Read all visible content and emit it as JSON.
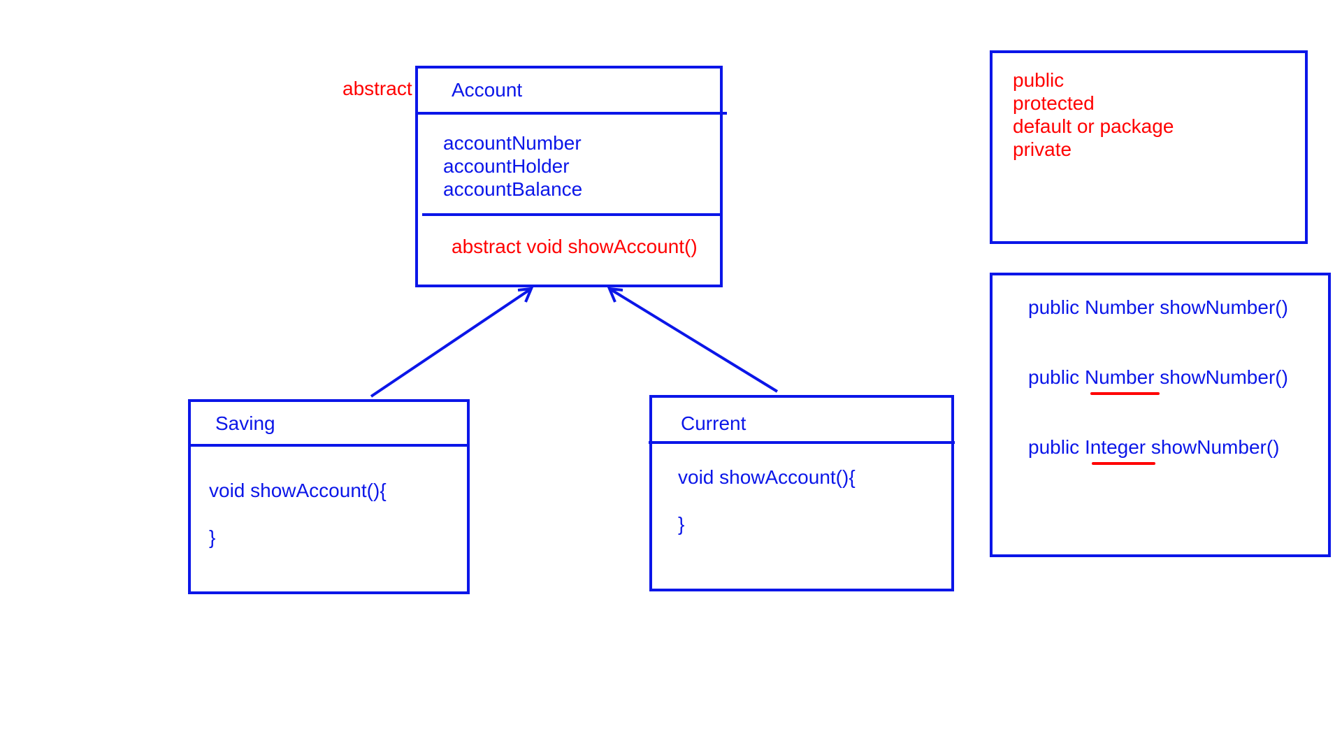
{
  "colors": {
    "ink_blue": "#0b16e8",
    "ink_red": "#ff0000",
    "background": "#ffffff"
  },
  "account": {
    "modifier": "abstract",
    "name": "Account",
    "fields": [
      "accountNumber",
      "accountHolder",
      "accountBalance"
    ],
    "method": "abstract void showAccount()"
  },
  "saving": {
    "name": "Saving",
    "method_open": "void showAccount(){",
    "method_close": "}"
  },
  "current": {
    "name": "Current",
    "method_open": "void showAccount(){",
    "method_close": "}"
  },
  "access_modifiers": [
    "public",
    "protected",
    "default or package",
    "private"
  ],
  "return_types": {
    "lines": [
      {
        "prefix": "public ",
        "type": "Number",
        "suffix": " showNumber()",
        "underlined": false
      },
      {
        "prefix": "public ",
        "type": "Number",
        "suffix": " showNumber()",
        "underlined": true
      },
      {
        "prefix": "public ",
        "type": "Integer",
        "suffix": " showNumber()",
        "underlined": true
      }
    ]
  }
}
